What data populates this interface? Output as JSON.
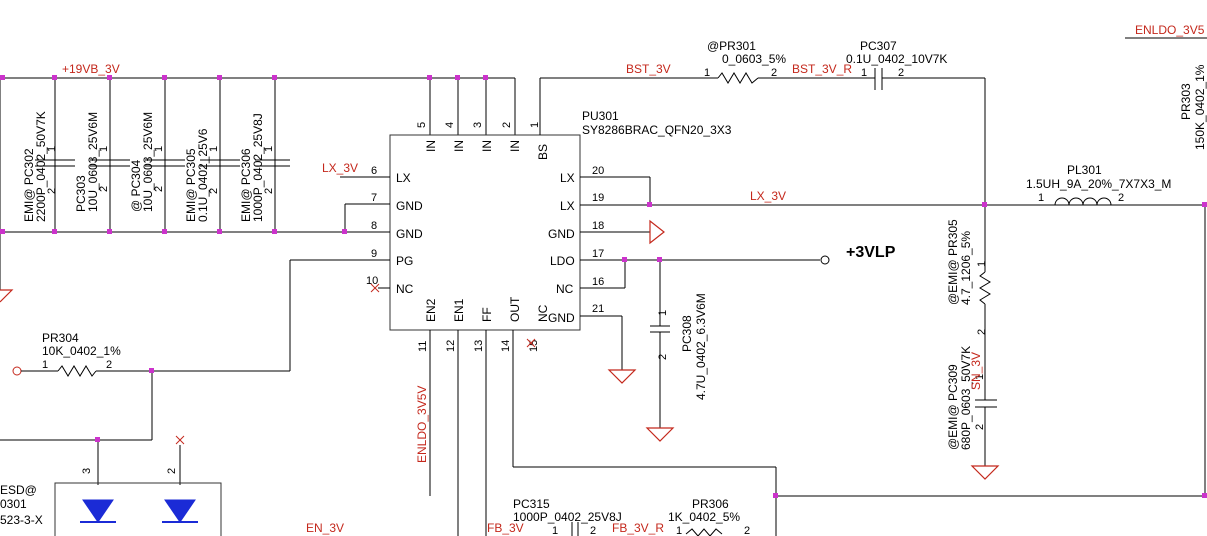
{
  "nets": {
    "v19": "+19VB_3V",
    "bst": "BST_3V",
    "bst_r": "BST_3V_R",
    "lx_left": "LX_3V",
    "lx_mid": "LX_3V",
    "enldo_right": "ENLDO_3V5",
    "enldo_bottom": "ENLDO_3V5V",
    "en": "EN_3V",
    "fb": "FB_3V",
    "fb_r": "FB_3V_R",
    "snubber": "SN_3V",
    "v3lp": "+3VLP"
  },
  "ic": {
    "ref": "PU301",
    "part": "SY8286BRAC_QFN20_3X3",
    "top_pins": [
      {
        "num": "5",
        "name": "IN"
      },
      {
        "num": "4",
        "name": "IN"
      },
      {
        "num": "3",
        "name": "IN"
      },
      {
        "num": "2",
        "name": "IN"
      },
      {
        "num": "1",
        "name": "BS"
      }
    ],
    "left_pins": [
      {
        "num": "6",
        "name": "LX"
      },
      {
        "num": "7",
        "name": "GND"
      },
      {
        "num": "8",
        "name": "GND"
      },
      {
        "num": "9",
        "name": "PG"
      },
      {
        "num": "10",
        "name": "NC"
      }
    ],
    "right_pins": [
      {
        "num": "20",
        "name": "LX"
      },
      {
        "num": "19",
        "name": "LX"
      },
      {
        "num": "18",
        "name": "GND"
      },
      {
        "num": "17",
        "name": "LDO"
      },
      {
        "num": "16",
        "name": "NC"
      },
      {
        "num": "21",
        "name": "GND"
      }
    ],
    "bottom_pins": [
      {
        "num": "11",
        "name": "EN2"
      },
      {
        "num": "12",
        "name": "EN1"
      },
      {
        "num": "13",
        "name": "FF"
      },
      {
        "num": "14",
        "name": "OUT"
      },
      {
        "num": "15",
        "name": "NC"
      }
    ]
  },
  "input_caps": [
    {
      "ref": "EMI@ PC302",
      "value": "2200P_0402_50V7K",
      "p1": "1",
      "p2": "2"
    },
    {
      "ref": "PC303",
      "value": "10U_0603_25V6M",
      "p1": "1",
      "p2": "2"
    },
    {
      "ref": "@ PC304",
      "value": "10U_0603_25V6M",
      "p1": "1",
      "p2": "2"
    },
    {
      "ref": "EMI@ PC305",
      "value": "0.1U_0402_25V6",
      "p1": "1",
      "p2": "2"
    },
    {
      "ref": "EMI@ PC306",
      "value": "1000P_0402_25V8J",
      "p1": "1",
      "p2": "2"
    }
  ],
  "pr301": {
    "ref": "@PR301",
    "value": "0_0603_5%",
    "p1": "1",
    "p2": "2"
  },
  "pc307": {
    "ref": "PC307",
    "value": "0.1U_0402_10V7K",
    "p1": "1",
    "p2": "2"
  },
  "pr303": {
    "ref": "PR303",
    "value": "150K_0402_1%"
  },
  "pl301": {
    "ref": "PL301",
    "value": "1.5UH_9A_20%_7X7X3_M",
    "p1": "1",
    "p2": "2"
  },
  "pr305": {
    "ref": "@EMI@ PR305",
    "value": "4.7_1206_5%",
    "p1": "1",
    "p2": "2"
  },
  "pc309": {
    "ref": "@EMI@ PC309",
    "value": "680P_0603_50V7K",
    "p1": "1",
    "p2": "2"
  },
  "pc308": {
    "ref": "PC308",
    "value": "4.7U_0402_6.3V6M",
    "p1": "1",
    "p2": "2"
  },
  "pr304": {
    "ref": "PR304",
    "value": "10K_0402_1%",
    "p1": "1",
    "p2": "2"
  },
  "pc315": {
    "ref": "PC315",
    "value": "1000P_0402_25V8J",
    "p1": "1",
    "p2": "2"
  },
  "pr306": {
    "ref": "PR306",
    "value": "1K_0402_5%",
    "p1": "1",
    "p2": "2"
  },
  "esd": {
    "line1": "ESD@",
    "line2": "0301",
    "line3": "523-3-X",
    "pin_a": "3",
    "pin_b": "2"
  },
  "colors": {
    "net_label": "#c4281c",
    "junction": "#cc33cc",
    "diode": "#1b2bd6",
    "wire": "#000000"
  }
}
